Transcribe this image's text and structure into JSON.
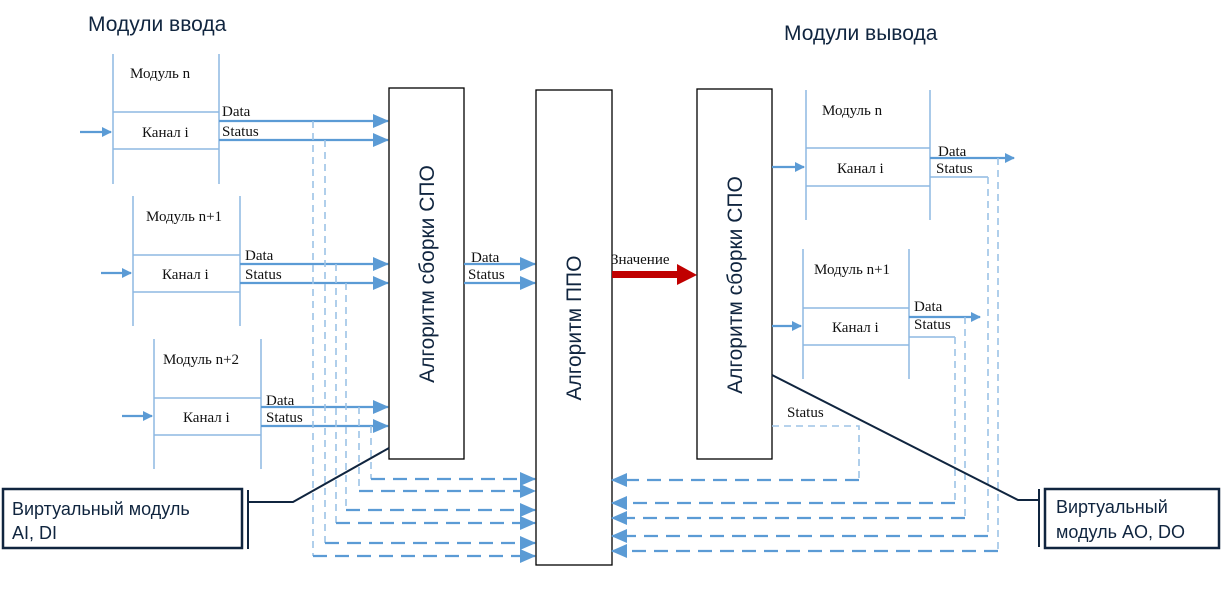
{
  "titles": {
    "input_modules": "Модули  ввода",
    "output_modules": "Модули  вывода"
  },
  "input_modules": [
    {
      "name": "Модуль n",
      "channel": "Канал i",
      "data": "Data",
      "status": "Status"
    },
    {
      "name": "Модуль n+1",
      "channel": "Канал i",
      "data": "Data",
      "status": "Status"
    },
    {
      "name": "Модуль n+2",
      "channel": "Канал i",
      "data": "Data",
      "status": "Status"
    }
  ],
  "output_modules": [
    {
      "name": "Модуль n",
      "channel": "Канал i",
      "data": "Data",
      "status": "Status"
    },
    {
      "name": "Модуль n+1",
      "channel": "Канал i",
      "data": "Data",
      "status": "Status"
    }
  ],
  "blocks": {
    "assembly_in": "Алгоритм сборки СПО",
    "ppo": "Алгоритм ППО",
    "assembly_out": "Алгоритм сборки СПО"
  },
  "links": {
    "mid_data": "Data",
    "mid_status": "Status",
    "value": "Значение",
    "out_status": "Status"
  },
  "callouts": {
    "virtual_in_line1": "Виртуальный  модуль",
    "virtual_in_line2": "AI, DI",
    "virtual_out_line1": "Виртуальный",
    "virtual_out_line2": "модуль AO, DO"
  },
  "colors": {
    "signal_blue": "#5b9bd5",
    "value_arrow_red": "#c00000",
    "callout_navy": "#10253f"
  }
}
